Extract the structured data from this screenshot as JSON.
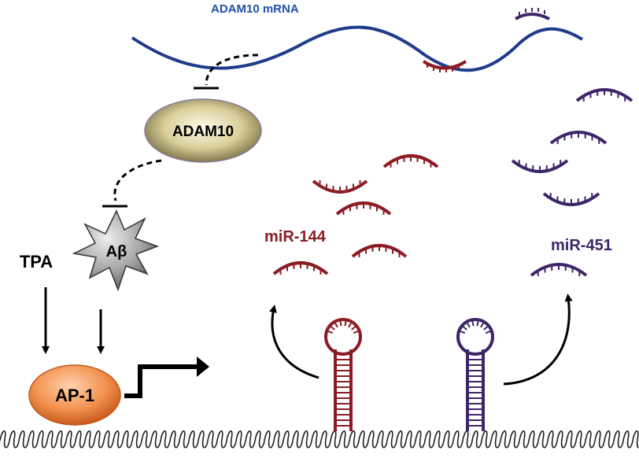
{
  "labels": {
    "mrna": "ADAM10  mRNA",
    "adam10": "ADAM10",
    "abeta": "Aβ",
    "tpa": "TPA",
    "ap1": "AP-1",
    "mir144": "miR-144",
    "mir451": "miR-451"
  },
  "colors": {
    "mrna_line": "#1f3c8c",
    "mrna_text": "#1f4fa8",
    "mir144": "#8b1c24",
    "mir451": "#3e2569",
    "ap1_fill": "#f08a4b",
    "adam10_fill": "#d9cf9c",
    "abeta_fill": "#a8a8a8"
  }
}
